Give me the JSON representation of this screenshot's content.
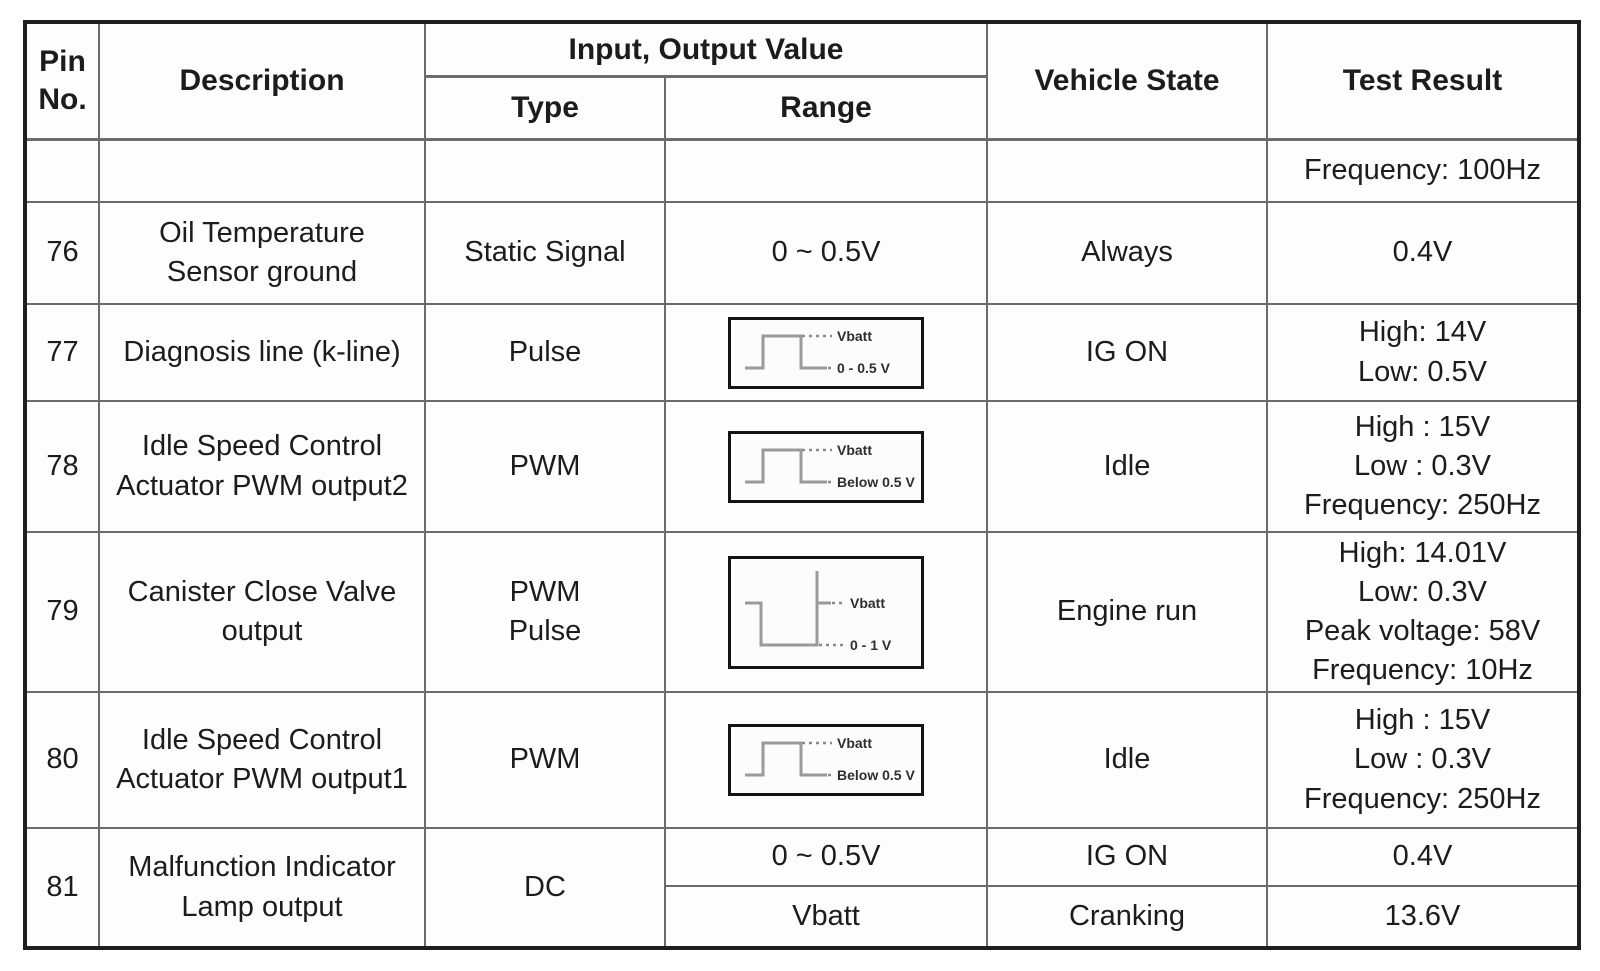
{
  "palette": {
    "grid_line": "#6b6b6b",
    "outer_border": "#1f1f1f",
    "text": "#1c1c1c",
    "waveform_line": "#9a9a9a",
    "background": "#ffffff"
  },
  "table": {
    "header": {
      "pin_no_line1": "Pin",
      "pin_no_line2": "No.",
      "description": "Description",
      "io_value": "Input, Output Value",
      "type": "Type",
      "range": "Range",
      "vehicle_state": "Vehicle State",
      "test_result": "Test Result"
    },
    "rows": [
      {
        "pin": "",
        "description": [],
        "type": [],
        "range_text": "",
        "vehicle_state": "",
        "test_result": [
          "Frequency: 100Hz"
        ]
      },
      {
        "pin": "76",
        "description": [
          "Oil Temperature",
          "Sensor ground"
        ],
        "type": [
          "Static Signal"
        ],
        "range_text": "0 ~ 0.5V",
        "vehicle_state": "Always",
        "test_result": [
          "0.4V"
        ]
      },
      {
        "pin": "77",
        "description": [
          "Diagnosis line (k-line)"
        ],
        "type": [
          "Pulse"
        ],
        "waveform": {
          "variant": "pulse",
          "top_label": "Vbatt",
          "bottom_label": "0 - 0.5 V"
        },
        "vehicle_state": "IG ON",
        "test_result": [
          "High: 14V",
          "Low: 0.5V"
        ]
      },
      {
        "pin": "78",
        "description": [
          "Idle Speed Control",
          "Actuator PWM output2"
        ],
        "type": [
          "PWM"
        ],
        "waveform": {
          "variant": "pulse",
          "top_label": "Vbatt",
          "bottom_label": "Below 0.5 V"
        },
        "vehicle_state": "Idle",
        "test_result": [
          "High : 15V",
          "Low : 0.3V",
          "Frequency: 250Hz"
        ]
      },
      {
        "pin": "79",
        "description": [
          "Canister Close Valve",
          "output"
        ],
        "type": [
          "PWM",
          "Pulse"
        ],
        "waveform": {
          "variant": "inverted-pulse-spike",
          "top_label": "Vbatt",
          "bottom_label": "0 - 1 V"
        },
        "vehicle_state": "Engine run",
        "test_result": [
          "High: 14.01V",
          "Low: 0.3V",
          "Peak voltage: 58V",
          "Frequency: 10Hz"
        ]
      },
      {
        "pin": "80",
        "description": [
          "Idle Speed Control",
          "Actuator PWM output1"
        ],
        "type": [
          "PWM"
        ],
        "waveform": {
          "variant": "pulse",
          "top_label": "Vbatt",
          "bottom_label": "Below 0.5 V"
        },
        "vehicle_state": "Idle",
        "test_result": [
          "High : 15V",
          "Low : 0.3V",
          "Frequency: 250Hz"
        ]
      },
      {
        "pin": "81",
        "description": [
          "Malfunction Indicator",
          "Lamp output"
        ],
        "type": [
          "DC"
        ],
        "subrows": [
          {
            "range": "0 ~ 0.5V",
            "vehicle_state": "IG ON",
            "test_result": "0.4V"
          },
          {
            "range": "Vbatt",
            "vehicle_state": "Cranking",
            "test_result": "13.6V"
          }
        ]
      }
    ]
  }
}
